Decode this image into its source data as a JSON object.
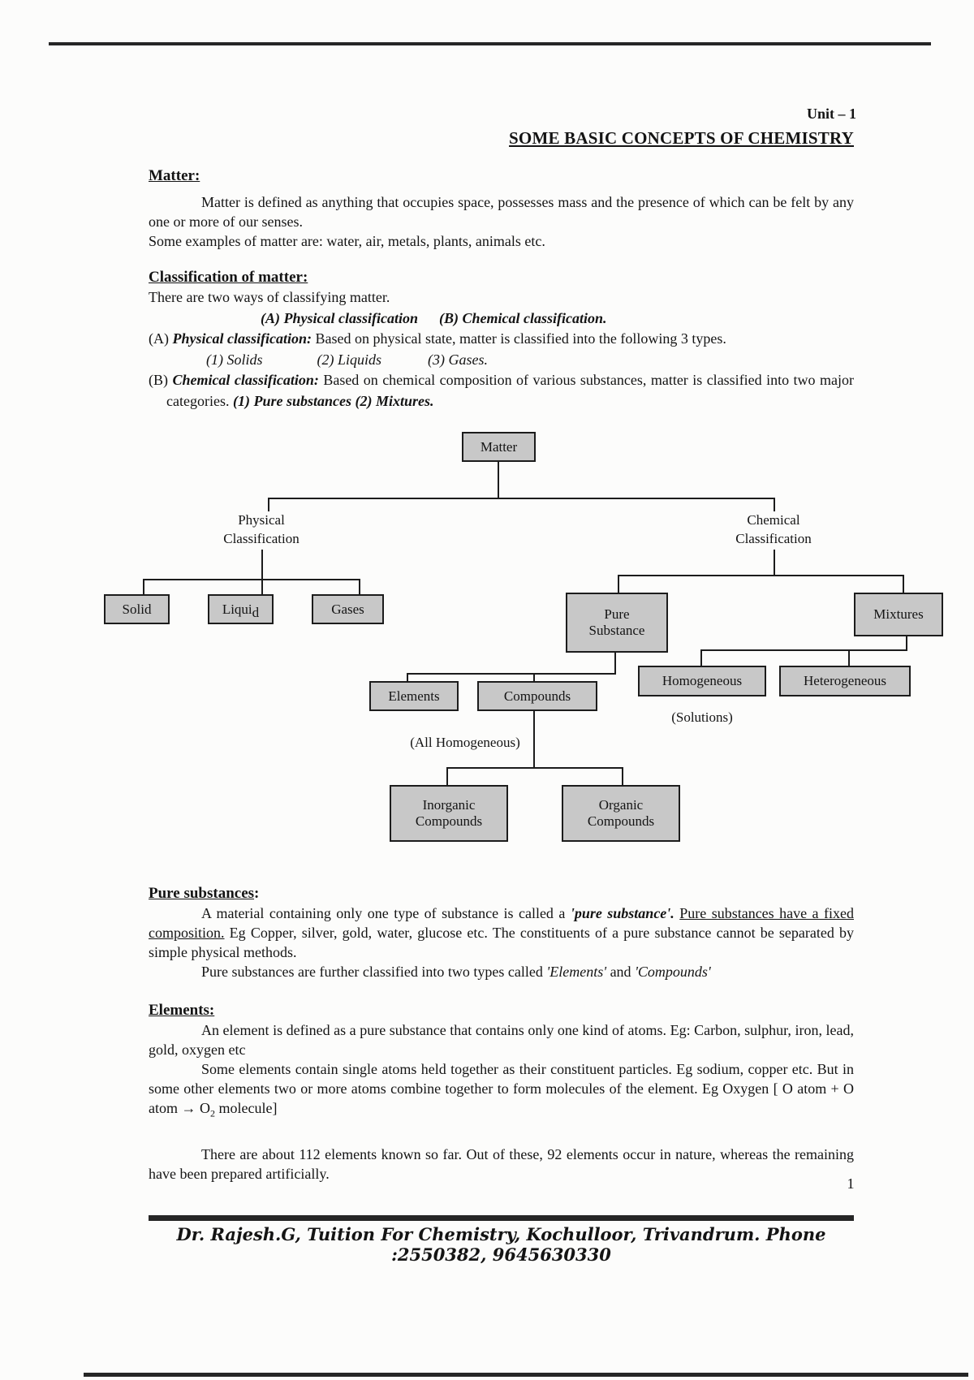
{
  "page": {
    "unit": "Unit – 1",
    "title": "SOME BASIC CONCEPTS OF CHEMISTRY",
    "number": "1"
  },
  "matter": {
    "heading": "Matter:",
    "p1": "Matter is defined as anything that occupies space, possesses mass and the presence of which can be felt by any one or more of our senses.",
    "p2": "Some examples of matter are: water, air, metals, plants, animals etc."
  },
  "classification": {
    "heading": "Classification of matter:",
    "intro": "There are two ways of classifying matter.",
    "ab_a": "(A) Physical classification",
    "ab_b": "(B) Chemical classification.",
    "a_prefix": "(A) ",
    "a_term": "Physical classification:",
    "a_rest": " Based on physical state, matter is classified into the following 3 types.",
    "type1": "(1) Solids",
    "type2": "(2) Liquids",
    "type3": "(3) Gases.",
    "b_prefix": "(B) ",
    "b_term": "Chemical classification:",
    "b_rest": " Based on chemical composition of various substances, matter is classified into two major categories. ",
    "b_bold": "(1) Pure substances (2) Mixtures."
  },
  "diagram": {
    "matter": "Matter",
    "physical_1": "Physical",
    "physical_2": "Classification",
    "chemical_1": "Chemical",
    "chemical_2": "Classification",
    "solid": "Solid",
    "liquid_main": "Liqui",
    "liquid_d": "d",
    "gases": "Gases",
    "pure_1": "Pure",
    "pure_2": "Substance",
    "mixtures": "Mixtures",
    "homogeneous": "Homogeneous",
    "solutions": "(Solutions)",
    "heterogeneous": "Heterogeneous",
    "elements": "Elements",
    "compounds": "Compounds",
    "all_homogeneous": "(All Homogeneous)",
    "inorganic_1": "Inorganic",
    "inorganic_2": "Compounds",
    "organic_1": "Organic",
    "organic_2": "Compounds"
  },
  "pure": {
    "heading": "Pure substances",
    "heading_colon": ":",
    "p1_a": "A material containing only one type of substance is called a ",
    "p1_b": "'pure substance'.",
    "p1_sp": " ",
    "p1_u": "Pure substances have a fixed composition.",
    "p1_c": " Eg  Copper, silver, gold, water, glucose etc. The constituents of a pure substance cannot be separated by simple physical methods.",
    "p2_a": "Pure substances are further classified into two types called ",
    "p2_b": "'Elements'",
    "p2_c": " and ",
    "p2_d": "'Compounds'"
  },
  "elements": {
    "heading": "Elements:",
    "p1": "An element is defined as a pure substance that contains only one kind of atoms. Eg: Carbon, sulphur, iron, lead, gold, oxygen etc",
    "p2_a": "Some elements contain single atoms held together as their constituent particles. Eg sodium, copper etc. But in some other elements two or more atoms combine together to form molecules of the element. Eg Oxygen [ O atom + O atom → O",
    "p2_sub": "2",
    "p2_b": " molecule]",
    "p3": "There are about 112 elements known so far. Out of these, 92 elements occur in nature, whereas the remaining have been prepared artificially."
  },
  "footer": {
    "text": "Dr. Rajesh.G, Tuition For Chemistry, Kochulloor, Trivandrum. Phone :2550382, 9645630330"
  },
  "colors": {
    "box_fill": "#c8c8c8",
    "line": "#1c1c1c",
    "text": "#141414",
    "page_bg": "#fcfcfb"
  }
}
